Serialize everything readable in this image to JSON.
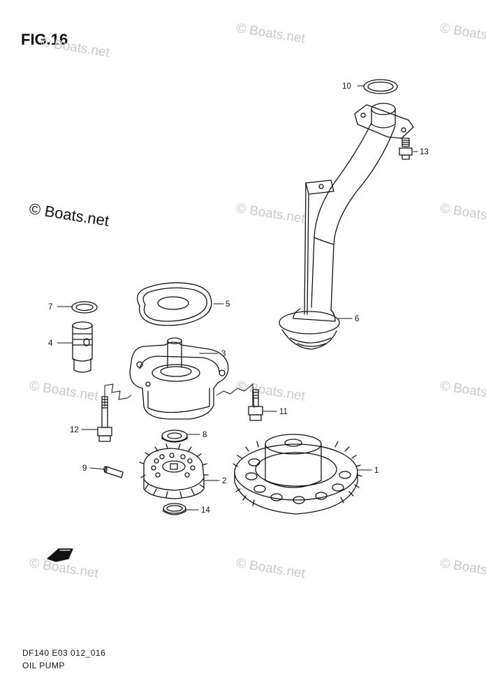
{
  "figure": {
    "title": "FIG.16",
    "model_code": "DF140 E03 012_016",
    "section_name": "OIL PUMP"
  },
  "watermark": {
    "text": "© Boats.net"
  },
  "callouts": [
    "1",
    "2",
    "3",
    "4",
    "5",
    "6",
    "7",
    "8",
    "9",
    "10",
    "11",
    "12",
    "13",
    "14"
  ],
  "colors": {
    "line": "#111111",
    "watermark": "#c9c9c9"
  }
}
